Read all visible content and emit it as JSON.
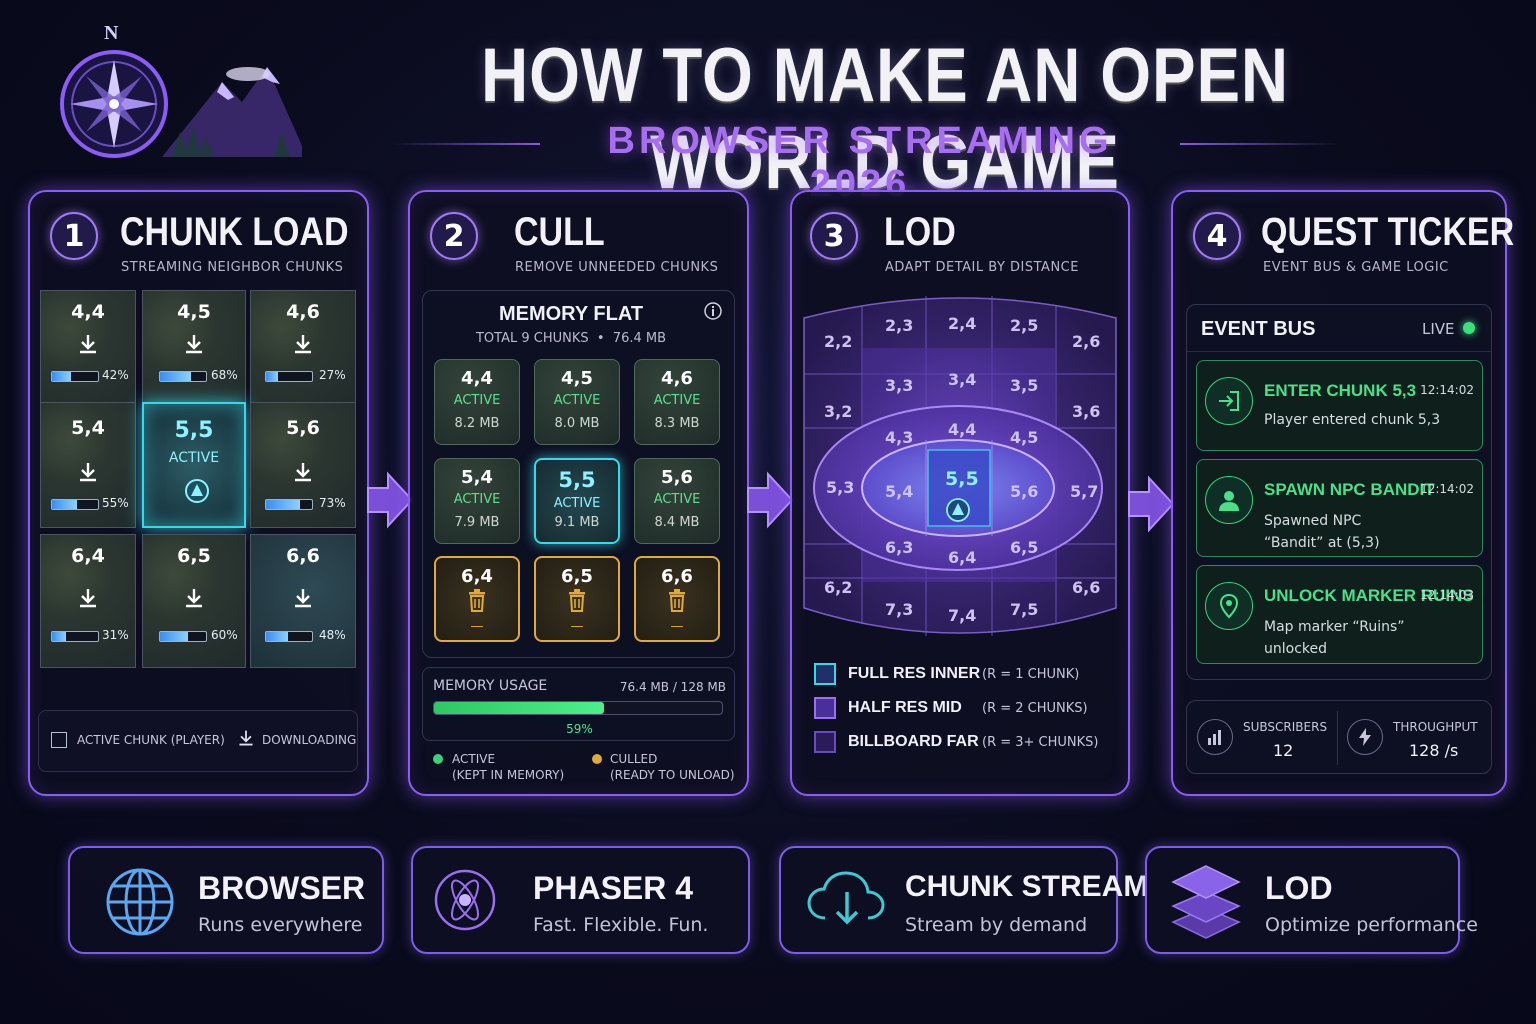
{
  "header": {
    "title": "HOW TO MAKE AN OPEN WORLD GAME",
    "subtitle": "BROWSER STREAMING 2026",
    "compass_letter": "N"
  },
  "colors": {
    "accent_purple": "#8b5cf6",
    "active_cyan": "#38d8e8",
    "culled_amber": "#e0a93a",
    "event_green": "#49e08a"
  },
  "panel1": {
    "num": "1",
    "title": "CHUNK LOAD",
    "subtitle": "STREAMING NEIGHBOR CHUNKS",
    "tiles": [
      {
        "label": "4,4",
        "pct": "42%",
        "progress": 0.42
      },
      {
        "label": "4,5",
        "pct": "68%",
        "progress": 0.68
      },
      {
        "label": "4,6",
        "pct": "27%",
        "progress": 0.27
      },
      {
        "label": "5,4",
        "pct": "55%",
        "progress": 0.55
      },
      {
        "label": "5,5",
        "status": "ACTIVE"
      },
      {
        "label": "5,6",
        "pct": "73%",
        "progress": 0.73
      },
      {
        "label": "6,4",
        "pct": "31%",
        "progress": 0.31
      },
      {
        "label": "6,5",
        "pct": "60%",
        "progress": 0.6
      },
      {
        "label": "6,6",
        "pct": "48%",
        "progress": 0.48
      }
    ],
    "legend_active": "ACTIVE CHUNK (PLAYER)",
    "legend_download": "DOWNLOADING"
  },
  "panel2": {
    "num": "2",
    "title": "CULL",
    "subtitle": "REMOVE UNNEEDED CHUNKS",
    "box_title": "MEMORY FLAT",
    "box_sub": "TOTAL 9 CHUNKS  •  76.4 MB",
    "cells": [
      {
        "label": "4,4",
        "status": "ACTIVE",
        "size": "8.2 MB"
      },
      {
        "label": "4,5",
        "status": "ACTIVE",
        "size": "8.0 MB"
      },
      {
        "label": "4,6",
        "status": "ACTIVE",
        "size": "8.3 MB"
      },
      {
        "label": "5,4",
        "status": "ACTIVE",
        "size": "7.9 MB"
      },
      {
        "label": "5,5",
        "status": "ACTIVE",
        "size": "9.1 MB"
      },
      {
        "label": "5,6",
        "status": "ACTIVE",
        "size": "8.4 MB"
      },
      {
        "label": "6,4",
        "size": "—"
      },
      {
        "label": "6,5",
        "size": "—"
      },
      {
        "label": "6,6",
        "size": "—"
      }
    ],
    "mem_label": "MEMORY USAGE",
    "mem_value": "76.4 MB / 128 MB",
    "mem_pct": "59%",
    "mem_fraction": 0.59,
    "legend_active": "ACTIVE",
    "legend_active_sub": "(KEPT IN MEMORY)",
    "legend_culled": "CULLED",
    "legend_culled_sub": "(READY TO UNLOAD)"
  },
  "panel3": {
    "num": "3",
    "title": "LOD",
    "subtitle": "ADAPT DETAIL BY DISTANCE",
    "grid_labels": [
      "2,2",
      "2,3",
      "2,4",
      "2,5",
      "2,6",
      "3,2",
      "3,3",
      "3,4",
      "3,5",
      "3,6",
      "4,3",
      "4,4",
      "4,5",
      "5,3",
      "5,4",
      "5,5",
      "5,6",
      "5,7",
      "6,3",
      "6,4",
      "6,5",
      "6,2",
      "6,6",
      "7,3",
      "7,4",
      "7,5"
    ],
    "legend": [
      {
        "name": "FULL RES INNER",
        "range": "(R = 1 CHUNK)"
      },
      {
        "name": "HALF RES MID",
        "range": "(R = 2 CHUNKS)"
      },
      {
        "name": "BILLBOARD FAR",
        "range": "(R = 3+ CHUNKS)"
      }
    ]
  },
  "panel4": {
    "num": "4",
    "title": "QUEST TICKER",
    "subtitle": "EVENT BUS & GAME LOGIC",
    "bus_title": "EVENT BUS",
    "live": "LIVE",
    "events": [
      {
        "title": "ENTER CHUNK 5,3",
        "time": "12:14:02",
        "desc": "Player entered chunk 5,3",
        "icon": "enter-icon"
      },
      {
        "title": "SPAWN NPC BANDIT",
        "time": "12:14:02",
        "desc": "Spawned NPC “Bandit” at (5,3)",
        "icon": "person-icon"
      },
      {
        "title": "UNLOCK MARKER RUINS",
        "time": "12:14:03",
        "desc": "Map marker “Ruins” unlocked",
        "icon": "map-pin-icon"
      }
    ],
    "subscribers_label": "SUBSCRIBERS",
    "subscribers_value": "12",
    "throughput_label": "THROUGHPUT",
    "throughput_value": "128 /s"
  },
  "bottom": [
    {
      "title": "BROWSER",
      "sub": "Runs everywhere",
      "icon": "globe-icon"
    },
    {
      "title": "PHASER 4",
      "sub": "Fast. Flexible. Fun.",
      "icon": "phaser-logo-icon"
    },
    {
      "title": "CHUNK STREAM",
      "sub": "Stream by demand",
      "icon": "cloud-download-icon"
    },
    {
      "title": "LOD",
      "sub": "Optimize performance",
      "icon": "layers-icon"
    }
  ]
}
